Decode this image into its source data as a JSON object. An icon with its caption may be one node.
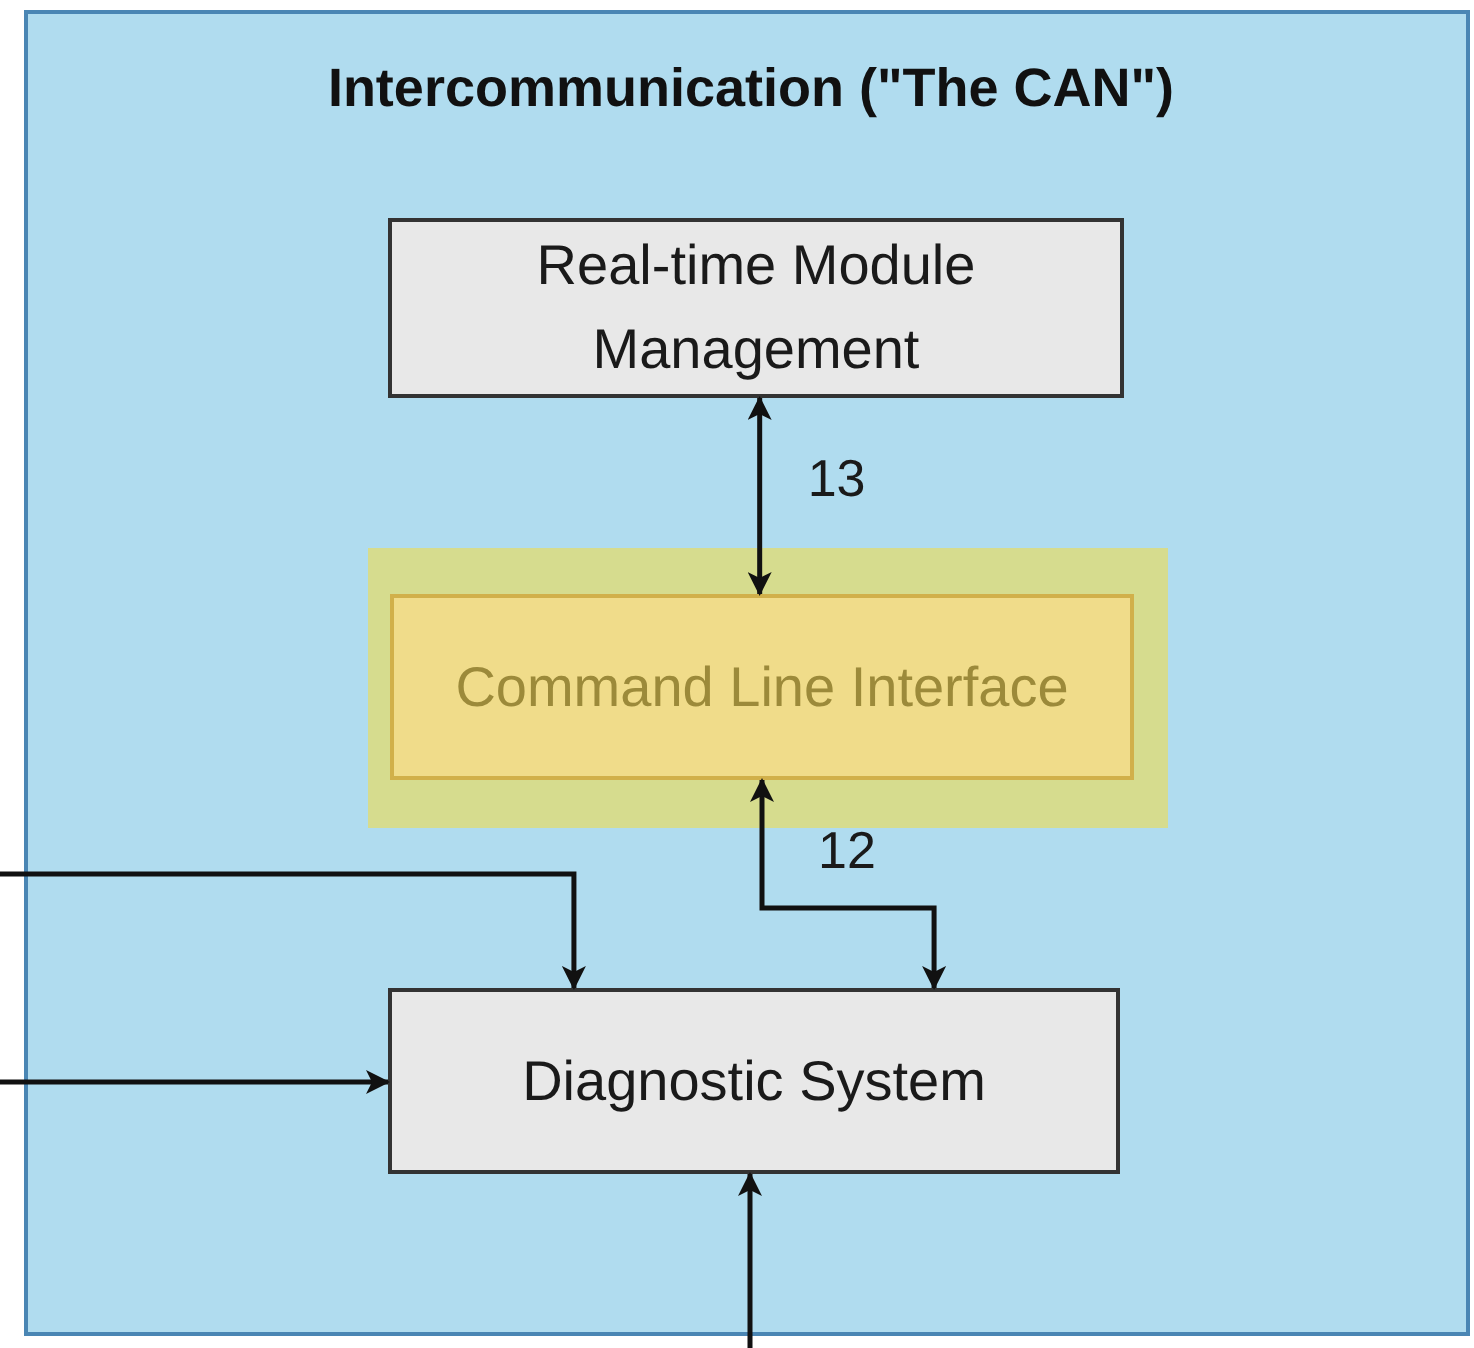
{
  "diagram": {
    "nodes": [
      {
        "text": [
          "Intercommunication (\"The CAN\")"
        ]
      },
      {
        "text": [
          "Real-time Module Management"
        ],
        "in": 0
      },
      {
        "text": [
          "Command Line Interface"
        ],
        "in": 0
      },
      {
        "text": [
          "Diagnostic System"
        ],
        "in": 0
      }
    ],
    "edges": [
      {
        "from": 1,
        "to": 2,
        "arrow": "both",
        "label": "13"
      },
      {
        "from": 2,
        "to": 3,
        "arrow": "both",
        "label": "12"
      },
      {
        "from": null,
        "to": 3,
        "arrow": "to"
      },
      {
        "from": null,
        "to": 3,
        "arrow": "to"
      },
      {
        "from": null,
        "to": 3,
        "arrow": "to"
      }
    ]
  }
}
